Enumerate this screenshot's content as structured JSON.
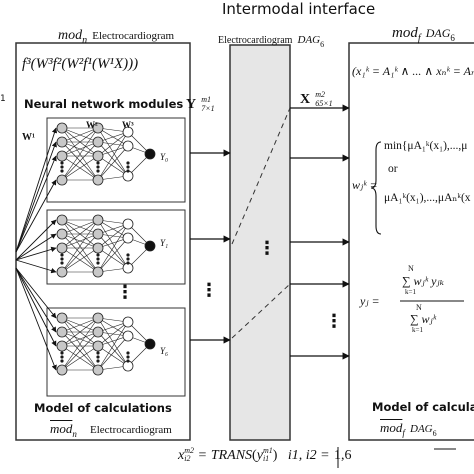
{
  "title": "Intermodal interface",
  "left_block": {
    "header_mod": "mod",
    "header_sub": "n",
    "header_label": "Electrocardiogram",
    "formula": "f³(W³f²(W²f¹(W¹X)))",
    "modules_label": "Neural network modules",
    "w1_label": "W¹",
    "w2_label": "W²",
    "w3_label": "W³",
    "outputs": [
      "Y₀",
      "Y₁",
      "Y₆"
    ],
    "dots": "⋮",
    "footer_label": "Model of calculations",
    "footer_mod": "mod",
    "footer_sub": "n",
    "footer_ecg": "Electrocardiogram",
    "left_edge_mark": "1"
  },
  "middle_block": {
    "header_label": "Electrocardiogram",
    "header_dag": "DAG",
    "header_sub": "6",
    "y_vector": "Y",
    "y_sup": "m1",
    "y_sub": "7×1",
    "x_vector": "X",
    "x_sup": "m2",
    "x_sub": "65×1",
    "dots": "⋮"
  },
  "right_block": {
    "header_mod": "mod",
    "header_sub": "f",
    "header_dag": "DAG",
    "header_dag_sub": "6",
    "rule_text": "(x₁ᵏ = A₁ᵏ ∧ ... ∧ xₙᵏ = Aₙᵏ",
    "w_label": "wⱼᵏ =",
    "w_case1": "min{μA₁ᵏ(x₁),...,μ",
    "w_or": "or",
    "w_case2": "μA₁ᵏ(x₁),...,μAₙᵏ(x",
    "y_label": "yⱼ =",
    "y_num": "∑ wⱼᵏ yⱼₖ",
    "y_den": "∑ wⱼᵏ",
    "sum_top": "N",
    "sum_bottom": "k=1",
    "footer_label": "Model of calcula",
    "footer_mod": "mod",
    "footer_sub": "f",
    "footer_dag": "DAG",
    "footer_dag_sub": "6"
  },
  "bottom_formula": {
    "lhs": "x",
    "lhs_sup": "m2",
    "lhs_sub": "i2",
    "eq": "=",
    "trans": "TRANS",
    "arg": "y",
    "arg_sup": "m1",
    "arg_sub": "i1",
    "cond": "i1, i2 =",
    "range": "1,6"
  },
  "colors": {
    "frame": "#333333",
    "band": "#e6e6e6",
    "node_gray": "#c8c8c8",
    "node_white": "#ffffff",
    "node_black": "#111111"
  }
}
